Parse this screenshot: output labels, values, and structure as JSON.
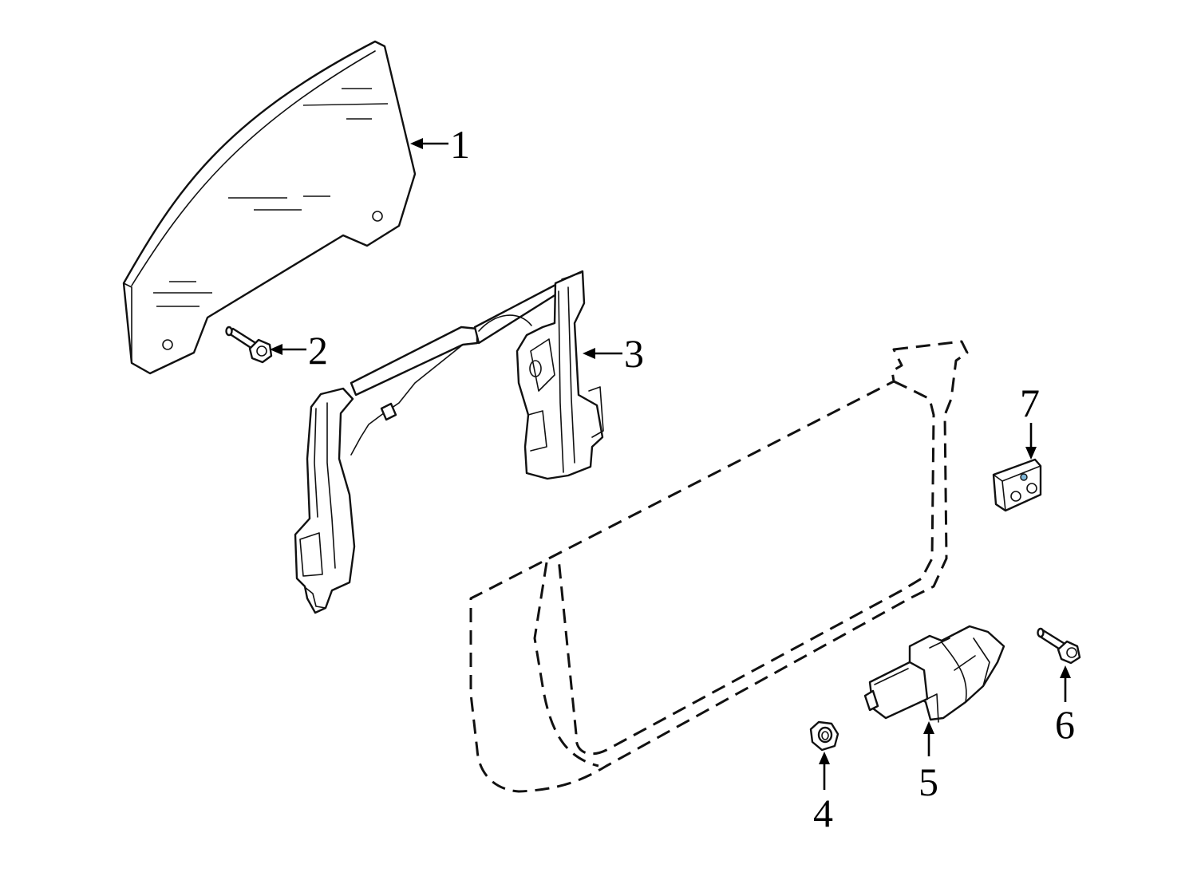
{
  "callouts": {
    "c1": "1",
    "c2": "2",
    "c3": "3",
    "c4": "4",
    "c5": "5",
    "c6": "6",
    "c7": "7"
  },
  "colors": {
    "line": "#111111",
    "background": "#ffffff",
    "accent_dot": "#7fb7d9"
  }
}
